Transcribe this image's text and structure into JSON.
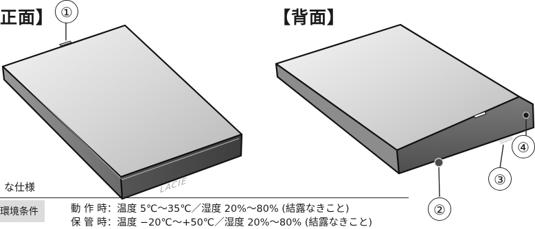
{
  "front": {
    "heading": "正面】"
  },
  "back": {
    "heading": "【背面】"
  },
  "callouts": [
    "①",
    "②",
    "③",
    "④"
  ],
  "brand": "LACIE",
  "specs": {
    "section_title": "な仕様",
    "row_label": "環境条件",
    "lines": [
      "動 作 時：温度 5℃〜35℃／湿度 20%〜80% (結露なきこと)",
      "保 管 時：温度 −20℃〜+50℃／湿度 20%〜80% (結露なきこと)"
    ]
  }
}
